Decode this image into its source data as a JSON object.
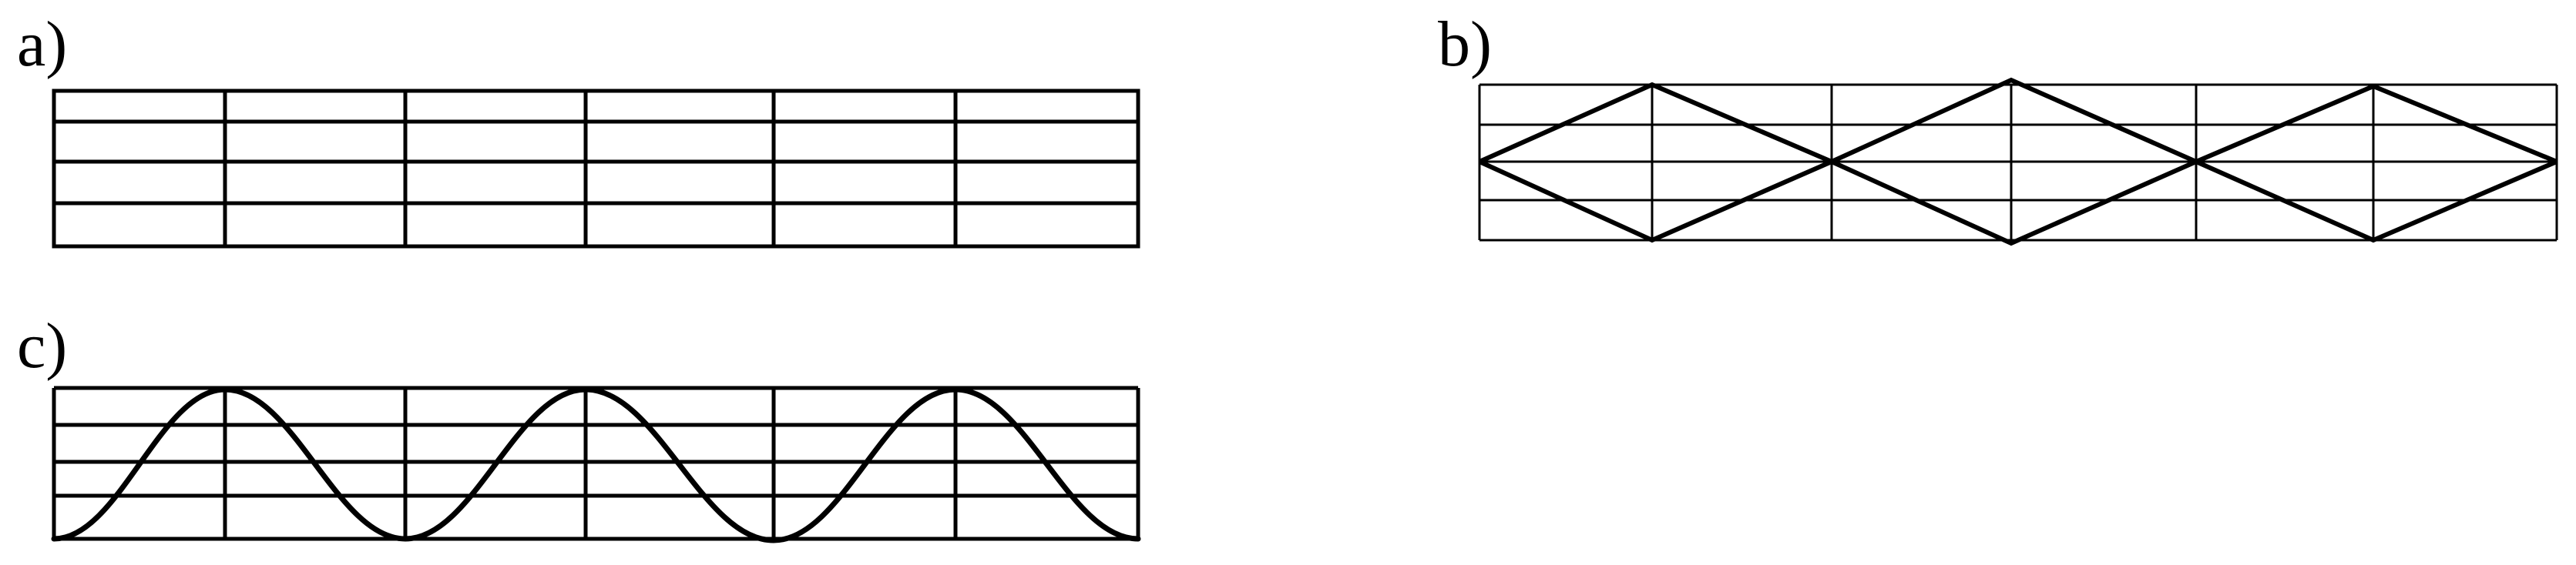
{
  "panels": [
    {
      "id": "a",
      "label": "a)",
      "pattern": "grid"
    },
    {
      "id": "b",
      "label": "b)",
      "pattern": "zigzag-diamonds"
    },
    {
      "id": "c",
      "label": "c)",
      "pattern": "sine-wave"
    }
  ],
  "style": {
    "stroke_color": "#000000",
    "background": "#ffffff"
  }
}
